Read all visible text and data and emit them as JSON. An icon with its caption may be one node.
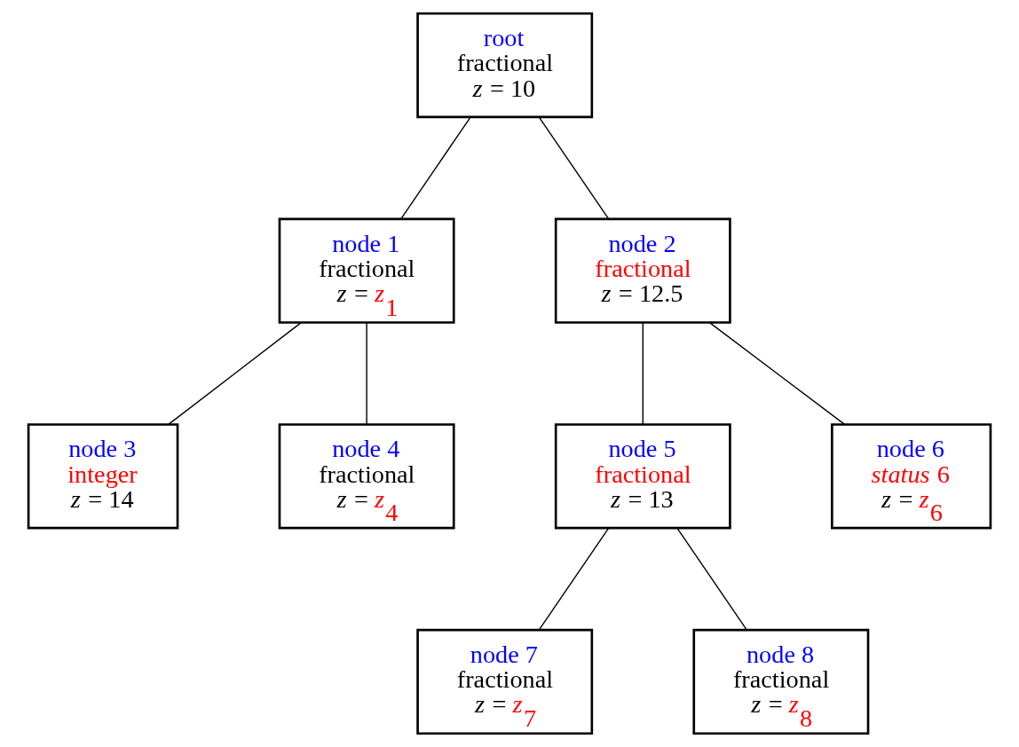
{
  "diagram": {
    "nodes": [
      {
        "text": [
          "root",
          "fractional",
          "*z* = 10"
        ]
      },
      {
        "text": [
          "node 1",
          "fractional",
          "*z* = *z*$_{1}$"
        ]
      },
      {
        "text": [
          "node 2",
          "fractional",
          "*z* = 12.5"
        ]
      },
      {
        "text": [
          "node 3",
          "integer",
          "*z* = 14"
        ]
      },
      {
        "text": [
          "node 4",
          "fractional",
          "*z* = *z*$_{4}$"
        ]
      },
      {
        "text": [
          "node 5",
          "fractional",
          "*z* = 13"
        ]
      },
      {
        "text": [
          "node 6",
          "*status* 6",
          "*z* = *z*$_{6}$"
        ]
      },
      {
        "text": [
          "node 7",
          "fractional",
          "*z* = *z*$_{7}$"
        ]
      },
      {
        "text": [
          "node 8",
          "fractional",
          "*z* = *z*$_{8}$"
        ]
      }
    ],
    "edges": [
      {
        "from": 0,
        "to": 1,
        "arrow": "none"
      },
      {
        "from": 0,
        "to": 2,
        "arrow": "none"
      },
      {
        "from": 1,
        "to": 3,
        "arrow": "none"
      },
      {
        "from": 1,
        "to": 4,
        "arrow": "none"
      },
      {
        "from": 2,
        "to": 5,
        "arrow": "none"
      },
      {
        "from": 2,
        "to": 6,
        "arrow": "none"
      },
      {
        "from": 5,
        "to": 7,
        "arrow": "none"
      },
      {
        "from": 5,
        "to": 8,
        "arrow": "none"
      }
    ]
  }
}
